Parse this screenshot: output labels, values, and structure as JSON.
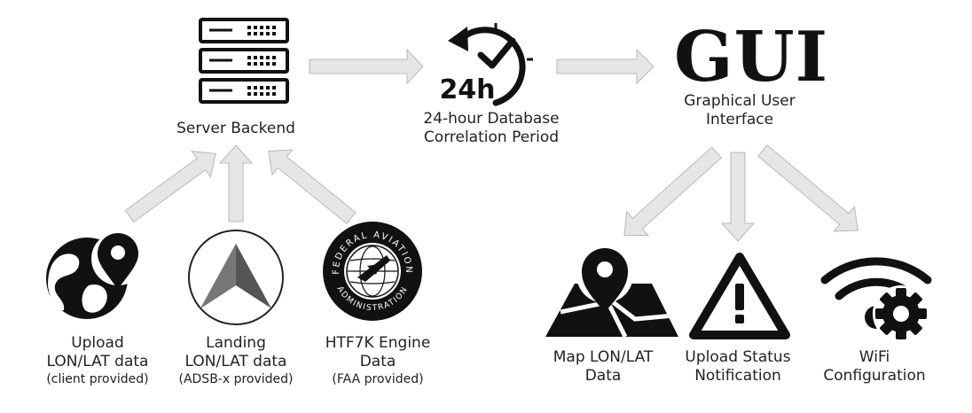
{
  "nodes": {
    "server": {
      "label": "Server Backend"
    },
    "period": {
      "icon_text": "24h",
      "line1": "24-hour Database",
      "line2": "Correlation Period"
    },
    "gui": {
      "icon_text": "GUI",
      "line1": "Graphical User",
      "line2": "Interface"
    },
    "upload": {
      "line1": "Upload",
      "line2": "LON/LAT data",
      "sub": "(client provided)"
    },
    "landing": {
      "line1": "Landing",
      "line2": "LON/LAT data",
      "sub": "(ADSB-x provided)"
    },
    "engine": {
      "line1": "HTF7K Engine",
      "line2": "Data",
      "sub": "(FAA provided)"
    },
    "map": {
      "line1": "Map LON/LAT",
      "line2": "Data"
    },
    "status": {
      "line1": "Upload Status",
      "line2": "Notification"
    },
    "wifi": {
      "line1": "WiFi",
      "line2": "Configuration"
    }
  },
  "faa_seal": {
    "top_text": "FEDERAL AVIATION",
    "bottom_text": "ADMINISTRATION"
  },
  "icons": [
    "server-icon",
    "clock-24h-icon",
    "globe-pin-icon",
    "aircraft-delta-icon",
    "faa-seal-icon",
    "map-pin-icon",
    "warning-triangle-icon",
    "wifi-gear-icon"
  ],
  "colors": {
    "arrow_fill": "#e6e6e6",
    "arrow_stroke": "#b8b8b8",
    "icon": "#111111"
  }
}
